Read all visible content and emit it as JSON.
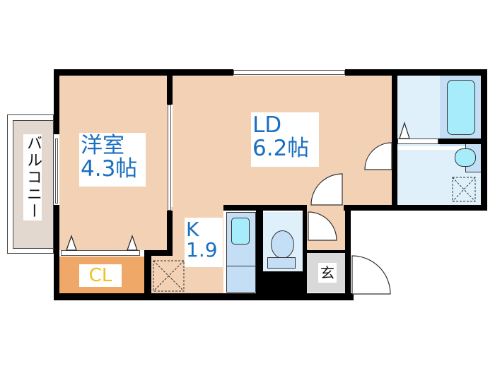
{
  "colors": {
    "wall": "#000000",
    "room_floor": "#f3d1b5",
    "wet_area": "#dff0fb",
    "bath_area": "#c4def6",
    "fixture": "#a6ecfa",
    "closet": "#f0a868",
    "entrance": "#d9d9d9",
    "balcony": "#e3d8d0",
    "label_blue": "#1a6fc0",
    "label_yellow": "#f0c020"
  },
  "rooms": {
    "western_room": {
      "name": "洋室",
      "size": "4.3帖"
    },
    "living_dining": {
      "name": "LD",
      "size": "6.2帖"
    },
    "kitchen": {
      "name": "K",
      "size": "1.9"
    },
    "closet": {
      "name": "CL"
    },
    "entrance": {
      "name": "玄"
    },
    "balcony": {
      "name": "バルコニー"
    }
  }
}
